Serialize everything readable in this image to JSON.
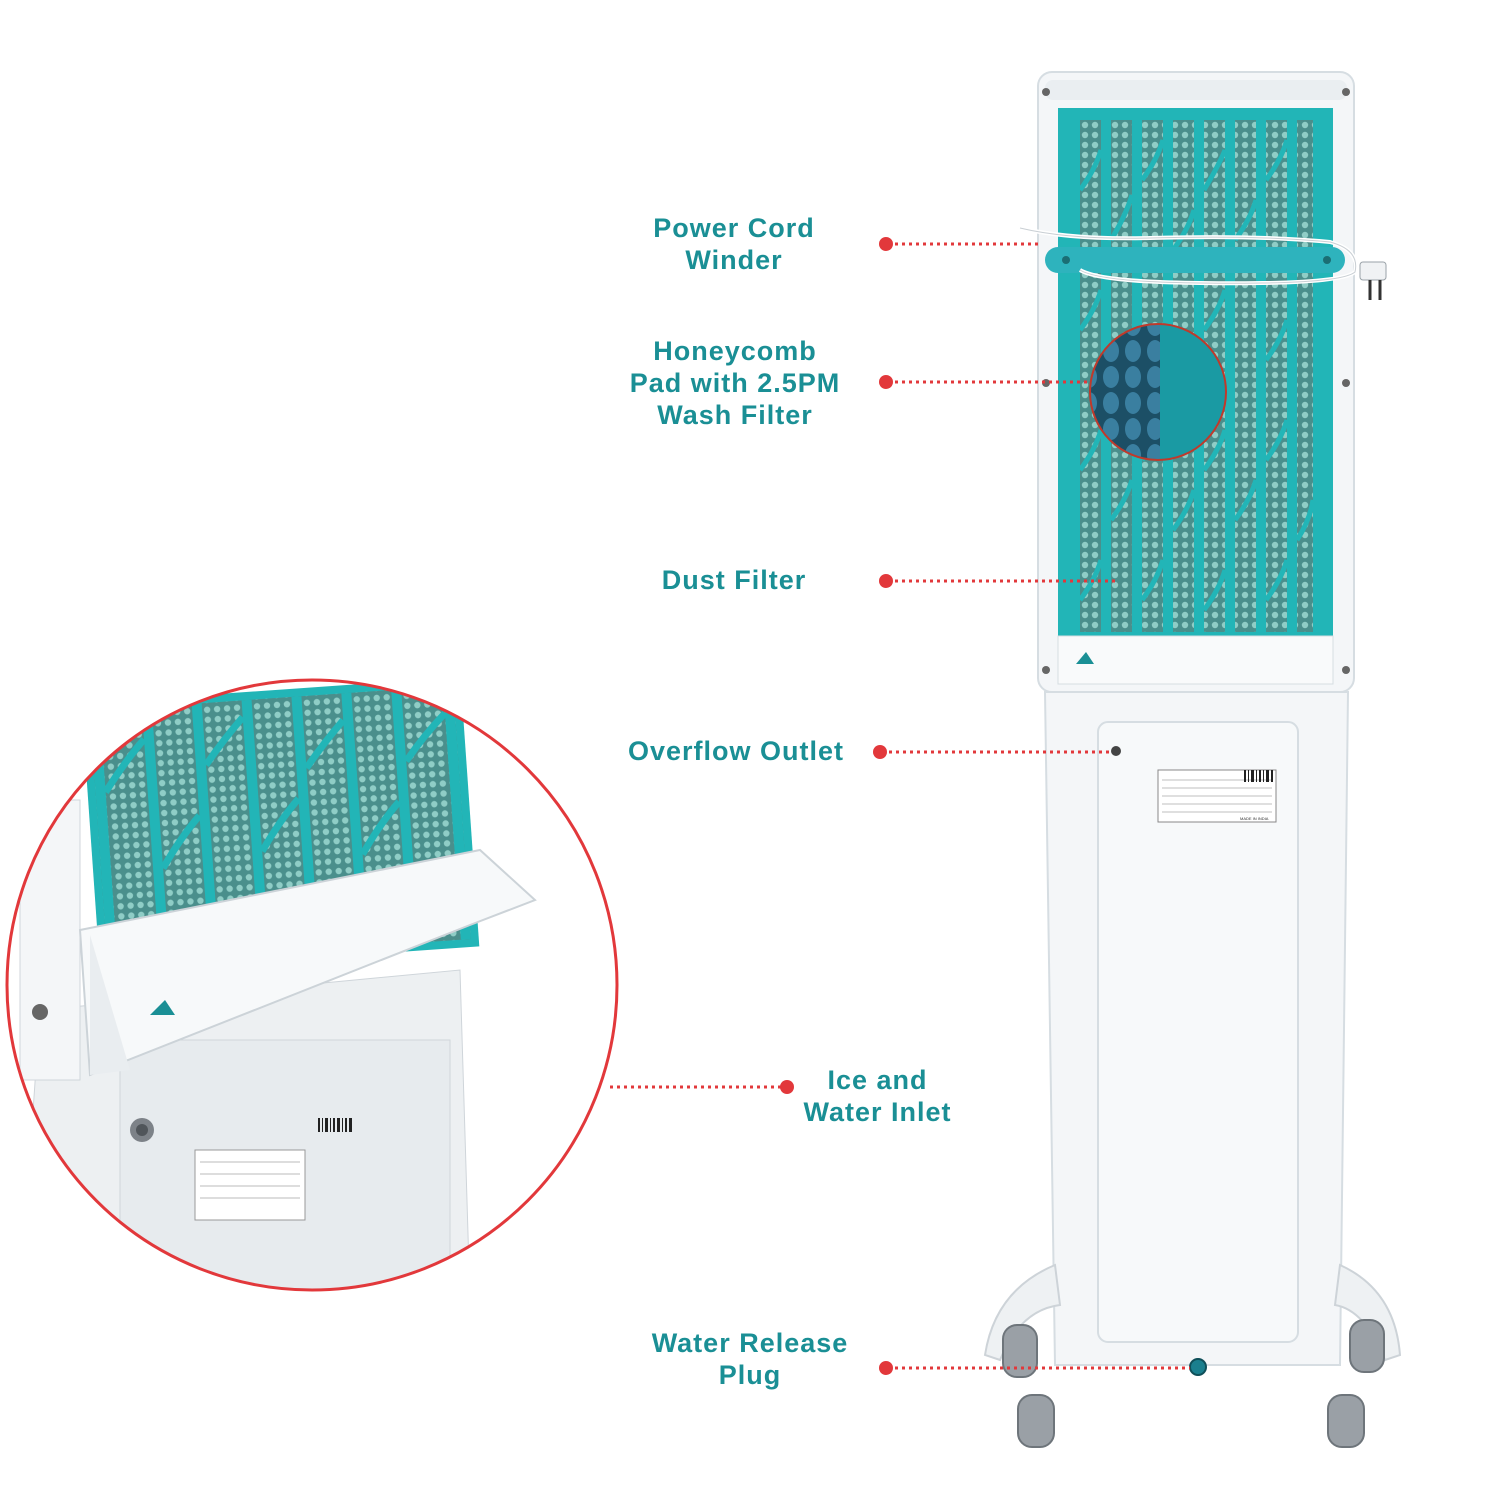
{
  "colors": {
    "accent_teal": "#1a8f95",
    "leader_red": "#e2383b",
    "product_white": "#f4f6f8",
    "filter_teal": "#22b5b7"
  },
  "callouts": {
    "power_cord_winder": {
      "line1": "Power Cord",
      "line2": "Winder"
    },
    "honeycomb_pad": {
      "line1": "Honeycomb",
      "line2": "Pad with 2.5PM",
      "line3": "Wash Filter"
    },
    "dust_filter": {
      "line1": "Dust Filter"
    },
    "overflow_outlet": {
      "line1": "Overflow Outlet"
    },
    "ice_water_inlet": {
      "line1": "Ice and",
      "line2": "Water Inlet"
    },
    "water_release_plug": {
      "line1": "Water Release",
      "line2": "Plug"
    }
  },
  "label_text": {
    "made_in": "MADE IN INDIA"
  }
}
